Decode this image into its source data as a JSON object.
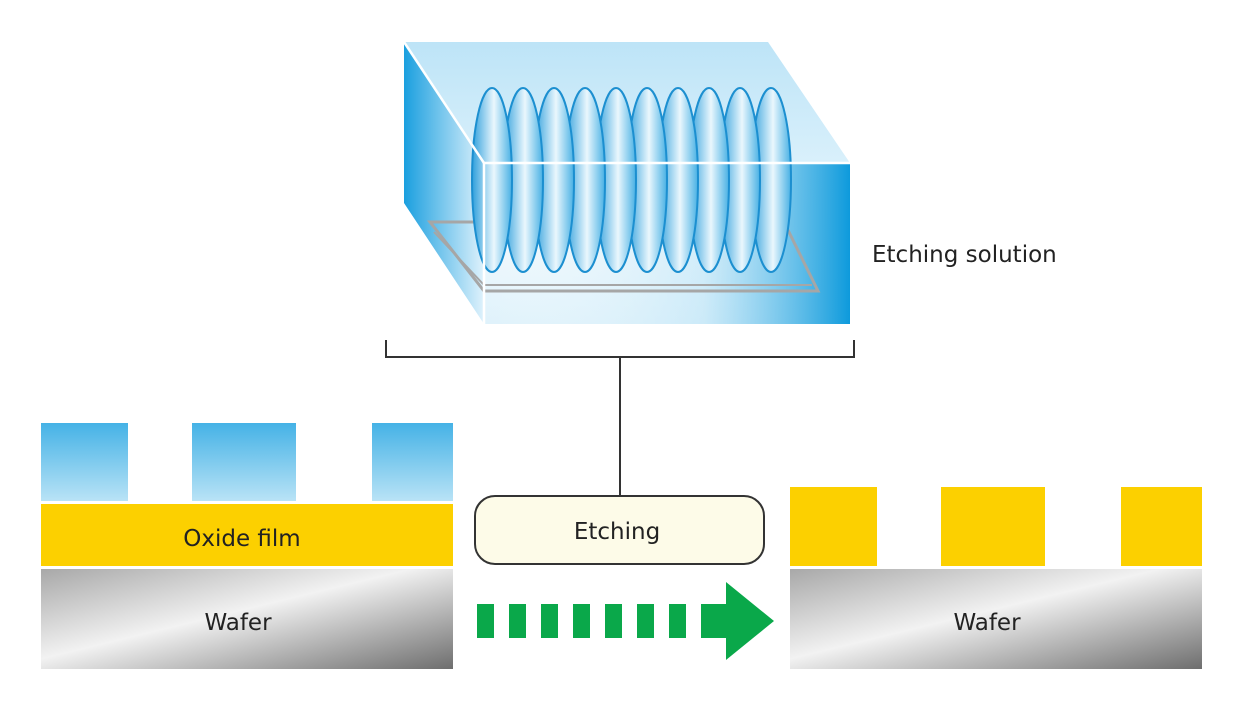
{
  "labels": {
    "etching_solution": "Etching solution",
    "etching_step": "Etching",
    "oxide_film": "Oxide film",
    "wafer_before": "Wafer",
    "wafer_after": "Wafer"
  },
  "colors": {
    "resist_blue": "#5bbbe8",
    "oxide_yellow": "#fcd000",
    "arrow_green": "#0aa84a",
    "tank_blue": "#1aa3e0",
    "etching_box_fill": "#fdfbe8"
  }
}
